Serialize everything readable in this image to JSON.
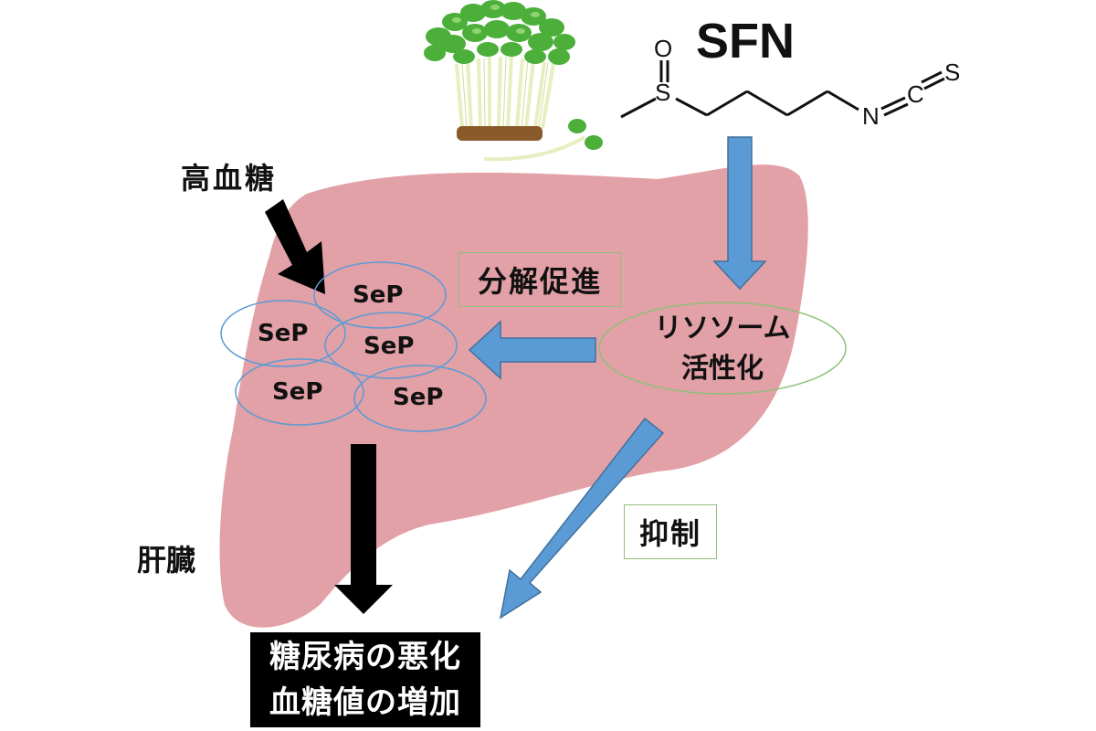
{
  "compound": {
    "name": "SFN",
    "atoms": {
      "oxygen": "O",
      "sulfur": "S",
      "nitrogen": "N",
      "carbon": "C",
      "terminal_sulfur": "S"
    }
  },
  "labels": {
    "hyperglycemia": "高血糖",
    "liver": "肝臓",
    "degradation": "分解促進",
    "inhibition": "抑制",
    "lysosome_line1": "リソソーム",
    "lysosome_line2": "活性化"
  },
  "sep_items": [
    "SeP",
    "SeP",
    "SeP",
    "SeP",
    "SeP"
  ],
  "outcome": {
    "line1": "糖尿病の悪化",
    "line2": "血糖値の増加"
  },
  "colors": {
    "liver": "#e2a0a7",
    "blue_arrow": "#5b9bd5",
    "blue_arrow_edge": "#41719c",
    "black_arrow": "#000000",
    "sep_outline": "#5b9bd5",
    "green_outline": "#8fc07a",
    "sprout_leaf": "#4caf3a",
    "sprout_stem": "#e6efc0",
    "sprout_root": "#8b5a2b"
  },
  "icons": [
    "broccoli-sprout-icon",
    "sfn-structure-icon"
  ]
}
